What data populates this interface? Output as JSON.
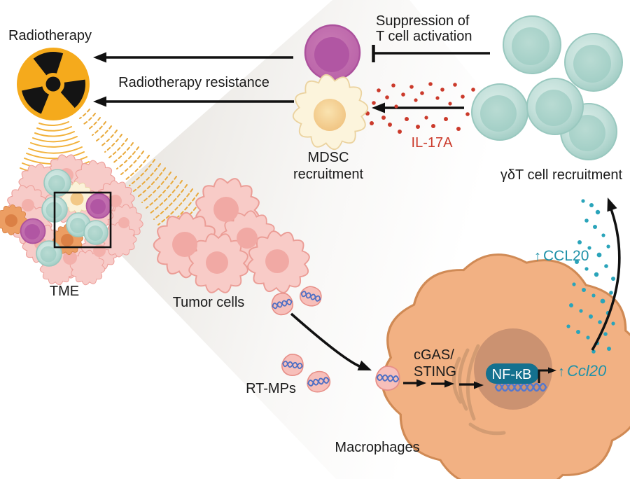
{
  "diagram": {
    "labels": {
      "radiotherapy": "Radiotherapy",
      "resistance": "Radiotherapy resistance",
      "suppression_l1": "Suppression of",
      "suppression_l2": "T cell activation",
      "mdsc_l1": "MDSC",
      "mdsc_l2": "recruitment",
      "il17a": "IL-17A",
      "gdt_recruitment": "γδT cell recruitment",
      "tme": "TME",
      "tumor_cells": "Tumor cells",
      "rt_mps": "RT-MPs",
      "macrophages": "Macrophages",
      "cgas_l1": "cGAS/",
      "cgas_l2": "STING",
      "nfkb": "NF-κB",
      "up_arrow_gene": "↑",
      "ccl20_gene": "Ccl20",
      "up_arrow_protein": "↑",
      "ccl20_protein": "CCL20"
    },
    "colors": {
      "radiation_yellow": "#F5AA1C",
      "radiation_black": "#141414",
      "wave_orange": "#EDAC3C",
      "tumor_pink_fill": "#F8CBC7",
      "tumor_pink_stroke": "#EB9D96",
      "tumor_nucleus": "#F1A9A4",
      "teal_cell_fill": "#C2DFD9",
      "teal_cell_stroke": "#99C8BF",
      "teal_cell_nucleus": "#A9D2CA",
      "purple_cell_fill": "#C470AE",
      "purple_cell_stroke": "#AC519D",
      "purple_cell_nucleus": "#B156A3",
      "mdsc_fill": "#FCF4DC",
      "mdsc_stroke": "#EBD3A0",
      "mdsc_nucleus": "#F2C887",
      "macrophage_fill": "#F2B183",
      "macrophage_stroke": "#D08A55",
      "macrophage_nucleus": "#CB9271",
      "orange_cell_fill": "#EC9E63",
      "orange_cell_nucleus": "#DB8045",
      "vesicle_fill": "#F7BFBA",
      "vesicle_stroke": "#E78F88",
      "dna_blue": "#4E6FC4",
      "nfkb_pill": "#14718F",
      "teal_text": "#1E91A8",
      "red_text": "#CB3A2B",
      "ccl20_dots": "#2AA4BA",
      "beam_gray": "#D9D4CC"
    }
  }
}
